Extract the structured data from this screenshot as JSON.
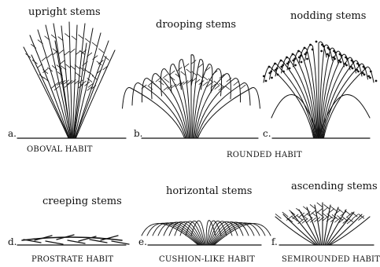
{
  "panels": [
    {
      "letter": "a.",
      "stems": "upright stems",
      "habit": "OBOVAL HABIT"
    },
    {
      "letter": "b.",
      "stems": "drooping stems",
      "habit": ""
    },
    {
      "letter": "c.",
      "stems": "nodding stems",
      "habit": ""
    },
    {
      "letter": "d.",
      "stems": "creeping stems",
      "habit": "PROSTRATE HABIT"
    },
    {
      "letter": "e.",
      "stems": "horizontal stems",
      "habit": "CUSHION-LIKE HABIT"
    },
    {
      "letter": "f.",
      "stems": "ascending stems",
      "habit": "SEMIROUNDED HABIT"
    }
  ],
  "shared_habit": "ROUNDED HABIT"
}
